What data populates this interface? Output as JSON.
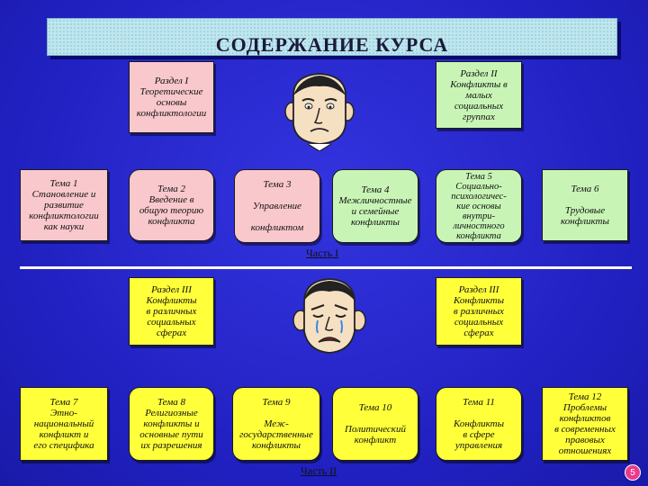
{
  "title": "СОДЕРЖАНИЕ КУРСА",
  "part1": {
    "label": "Часть I",
    "section_left": "Раздел I\nТеоретические\nосновы\nконфликтологии",
    "section_right": "Раздел II\nКонфликты в\nмалых\nсоциальных\nгруппах",
    "topics": [
      "Тема 1\nСтановление и\nразвитие\nконфликтологии\nкак науки",
      "Тема 2\nВведение в\nобщую теорию\nконфликта",
      "Тема 3\n\nУправление\n\nконфликтом",
      "Тема 4\nМежличностные\nи семейные\nконфликты",
      "Тема 5\nСоциально-\nпсихологичес-\nкие основы\nвнутри-\nличностного\nконфликта",
      "Тема 6\n\nТрудовые\nконфликты"
    ]
  },
  "part2": {
    "label": "Часть II",
    "section_left": "Раздел III\nКонфликты\nв различных\nсоциальных\nсферах",
    "section_right": "Раздел III\nКонфликты\nв различных\nсоциальных\nсферах",
    "topics": [
      "Тема 7\nЭтно-\nнациональный\nконфликт и\nего специфика",
      "Тема 8\nРелигиозные\nконфликты и\nосновные пути\nих разрешения",
      "Тема 9\n\nМеж-\nгосударственные\nконфликты",
      "Тема 10\n\nПолитический\nконфликт",
      "Тема 11\n\nКонфликты\nв сфере\nуправления",
      "Тема 12\nПроблемы\nконфликтов\nв современных\nправовых\nотношениях"
    ]
  },
  "page_number": "5",
  "colors": {
    "background": "#2424c8",
    "pink": "#f9c8cc",
    "green": "#c8f5b6",
    "yellow": "#ffff3a",
    "title_bar": "#bfe6ee"
  }
}
